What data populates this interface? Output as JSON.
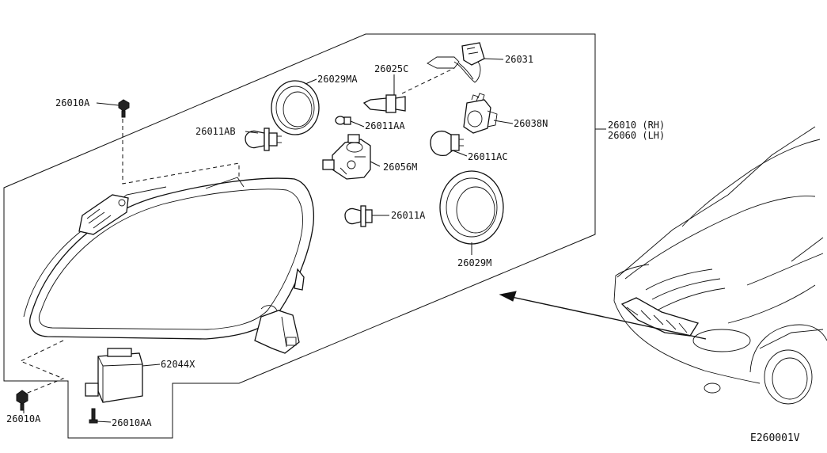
{
  "diagram_code": "E260001V",
  "assembly": {
    "part_rh": "26010 (RH)",
    "part_lh": "26060 (LH)"
  },
  "labels": {
    "p26010A_top": "26010A",
    "p26029MA": "26029MA",
    "p26025C": "26025C",
    "p26031": "26031",
    "p26011AB": "26011AB",
    "p26011AA": "26011AA",
    "p26038N": "26038N",
    "p26011AC": "26011AC",
    "p26056M": "26056M",
    "p26011A": "26011A",
    "p26029M": "26029M",
    "p62044X": "62044X",
    "p26010A_bottom": "26010A",
    "p26010AA": "26010AA"
  }
}
